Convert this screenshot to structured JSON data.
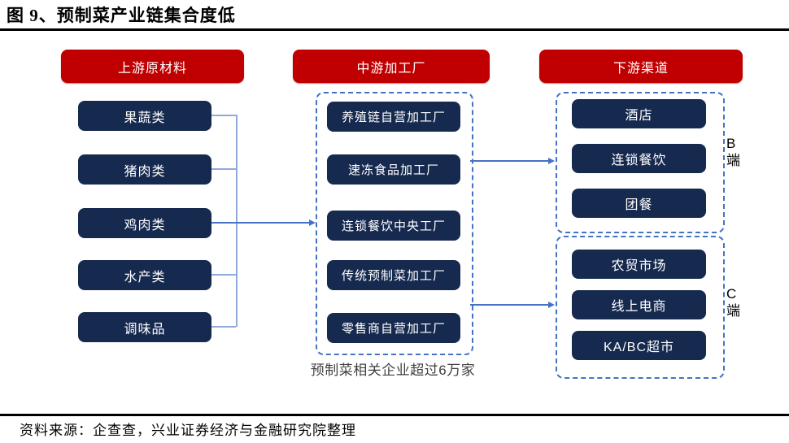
{
  "figure": {
    "title": "图 9、预制菜产业链集合度低",
    "source": "资料来源：企查查，兴业证券经济与金融研究院整理"
  },
  "diagram": {
    "colors": {
      "header_red": "#C00000",
      "node_navy": "#16294F",
      "connector_blue": "#8FAADC",
      "arrow_blue": "#4472C4",
      "dashed_border_blue": "#4472C4",
      "caption_gray": "#404040"
    },
    "upstream": {
      "header": "上游原材料",
      "items": [
        "果蔬类",
        "猪肉类",
        "鸡肉类",
        "水产类",
        "调味品"
      ]
    },
    "midstream": {
      "header": "中游加工厂",
      "items": [
        "养殖链自营加工厂",
        "速冻食品加工厂",
        "连锁餐饮中央工厂",
        "传统预制菜加工厂",
        "零售商自营加工厂"
      ],
      "caption": "预制菜相关企业超过6万家"
    },
    "downstream": {
      "header": "下游渠道",
      "groups": [
        {
          "label_char": "B",
          "label_suffix": "端",
          "items": [
            "酒店",
            "连锁餐饮",
            "团餐"
          ]
        },
        {
          "label_char": "C",
          "label_suffix": "端",
          "items": [
            "农贸市场",
            "线上电商",
            "KA/BC超市"
          ]
        }
      ]
    }
  }
}
